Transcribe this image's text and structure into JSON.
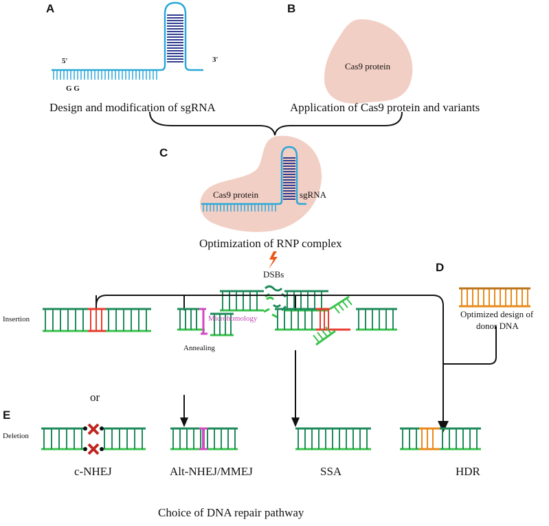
{
  "panels": {
    "a": "A",
    "b": "B",
    "c": "C",
    "d": "D",
    "e": "E"
  },
  "sgrna_panel": {
    "five_prime": "5′",
    "three_prime": "3′",
    "gg": "G G",
    "caption": "Design and modification of sgRNA"
  },
  "cas9_panel": {
    "protein_label": "Cas9 protein",
    "caption": "Application of Cas9 protein and variants"
  },
  "rnp_panel": {
    "protein_label": "Cas9 protein",
    "sgrna_label": "sgRNA",
    "caption": "Optimization of RNP complex"
  },
  "dsb_label": "DSBs",
  "donor": {
    "line1": "Optimized design of",
    "line2": "donor DNA"
  },
  "repair": {
    "insertion": "Insertion",
    "or": "or",
    "deletion": "Deletion",
    "microhomology": "Microhomology",
    "annealing": "Annealing",
    "pathways": [
      "c-NHEJ",
      "Alt-NHEJ/MMEJ",
      "SSA",
      "HDR"
    ],
    "bottom_caption": "Choice of  DNA repair pathway"
  },
  "colors": {
    "rna_light": "#2aa7d8",
    "rna_dark": "#2d3b8f",
    "protein": "#f2cfc4",
    "dna_dark": "#1e8a5a",
    "dna_light": "#38c24a",
    "insertion_red": "#e83a2c",
    "micro_pink": "#d04ac0",
    "donor_orange": "#e88a1a",
    "cross_red": "#c0241c",
    "bolt": "#e85a1a"
  }
}
